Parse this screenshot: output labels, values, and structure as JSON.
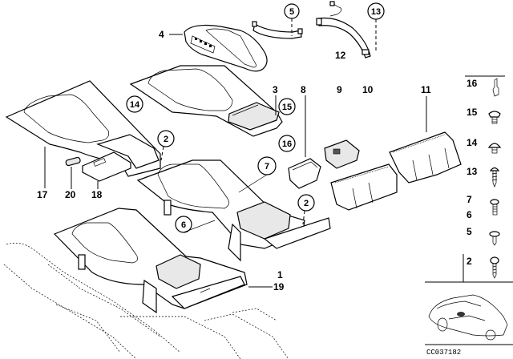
{
  "diagram": {
    "diagram_code": "CC037182",
    "plain_labels": [
      {
        "id": "label-4",
        "text": "4"
      },
      {
        "id": "label-12",
        "text": "12"
      },
      {
        "id": "label-3",
        "text": "3"
      },
      {
        "id": "label-8",
        "text": "8"
      },
      {
        "id": "label-9",
        "text": "9"
      },
      {
        "id": "label-10",
        "text": "10"
      },
      {
        "id": "label-11",
        "text": "11"
      },
      {
        "id": "label-17",
        "text": "17"
      },
      {
        "id": "label-20",
        "text": "20"
      },
      {
        "id": "label-18",
        "text": "18"
      },
      {
        "id": "label-1",
        "text": "1"
      },
      {
        "id": "label-19",
        "text": "19"
      }
    ],
    "circled_labels": [
      {
        "id": "callout-5",
        "text": "5"
      },
      {
        "id": "callout-13",
        "text": "13"
      },
      {
        "id": "callout-14",
        "text": "14"
      },
      {
        "id": "callout-15",
        "text": "15"
      },
      {
        "id": "callout-16",
        "text": "16"
      },
      {
        "id": "callout-2a",
        "text": "2"
      },
      {
        "id": "callout-7",
        "text": "7"
      },
      {
        "id": "callout-6",
        "text": "6"
      },
      {
        "id": "callout-2b",
        "text": "2"
      }
    ],
    "fastener_legend": [
      {
        "id": "fastener-16",
        "text": "16",
        "icon": "clip-icon"
      },
      {
        "id": "fastener-15",
        "text": "15",
        "icon": "expanding-rivet-icon"
      },
      {
        "id": "fastener-14",
        "text": "14",
        "icon": "expanding-rivet-icon"
      },
      {
        "id": "fastener-13",
        "text": "13",
        "icon": "tapping-screw-icon"
      },
      {
        "id": "fastener-7",
        "text": "7",
        "icon": "screw-icon"
      },
      {
        "id": "fastener-6",
        "text": "6",
        "icon": "screw-icon"
      },
      {
        "id": "fastener-5",
        "text": "5",
        "icon": "screw-icon"
      },
      {
        "id": "fastener-2",
        "text": "2",
        "icon": "screw-icon"
      }
    ],
    "vehicle_thumbnail": "car-thumbnail-icon"
  }
}
